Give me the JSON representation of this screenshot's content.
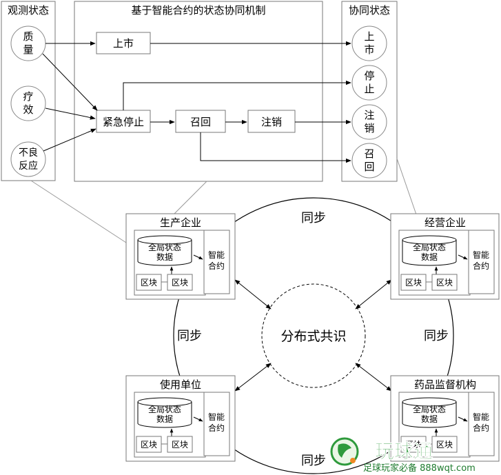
{
  "panels": {
    "observe": {
      "title": "观测状态",
      "circles": [
        [
          "质",
          "量"
        ],
        [
          "疗",
          "效"
        ],
        [
          "不良",
          "反应"
        ]
      ]
    },
    "mechanism": {
      "title": "基于智能合约的状态协同机制",
      "boxes": {
        "listed": "上市",
        "emergency_stop": "紧急停止",
        "recall": "召回",
        "cancel": "注销"
      }
    },
    "coordinated": {
      "title": "协同状态",
      "circles": [
        [
          "上",
          "市"
        ],
        [
          "停",
          "止"
        ],
        [
          "注",
          "销"
        ],
        [
          "召",
          "回"
        ]
      ]
    }
  },
  "nodes": {
    "producer": {
      "title": "生产企业"
    },
    "operator": {
      "title": "经营企业"
    },
    "user": {
      "title": "使用单位"
    },
    "regulator": {
      "title": "药品监督机构"
    }
  },
  "node_parts": {
    "global_state": [
      "全局状态",
      "数据"
    ],
    "block": "区块",
    "smart_contract": [
      "智能",
      "合约"
    ]
  },
  "consensus": "分布式共识",
  "sync_label": "同步",
  "watermark": {
    "brand": "玩球通",
    "sub": "足球玩家必备 888wqt.com"
  }
}
